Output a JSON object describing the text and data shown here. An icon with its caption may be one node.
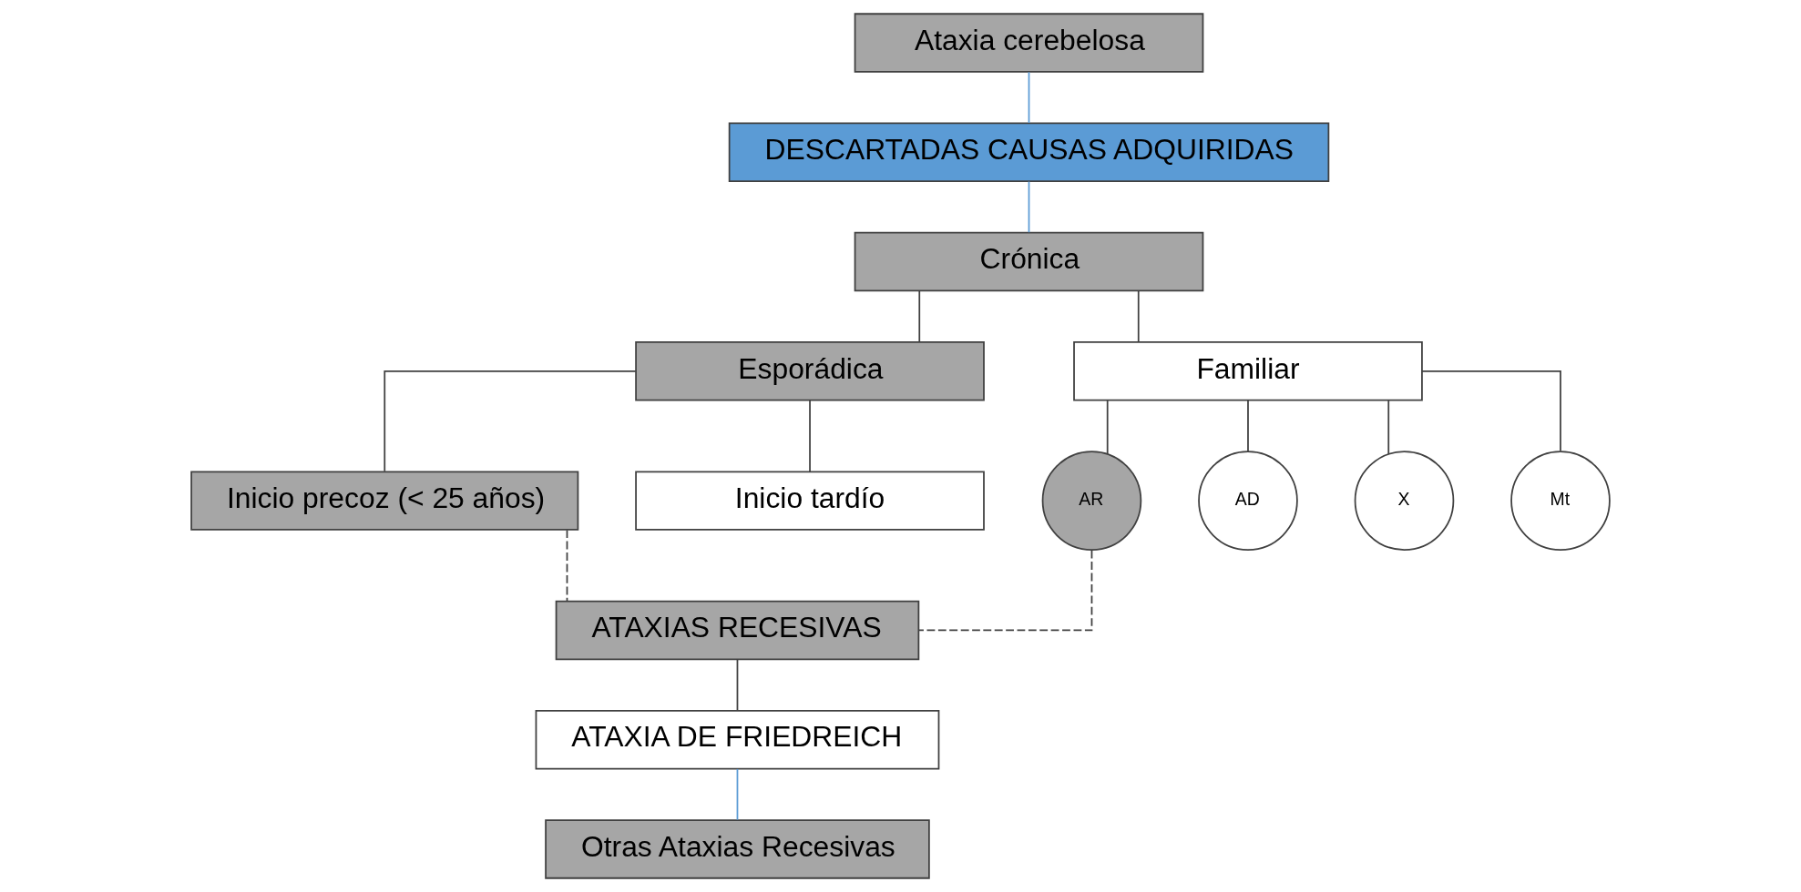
{
  "diagram": {
    "nodes": [
      {
        "text": [
          "Ataxia cerebelosa"
        ]
      },
      {
        "text": [
          "DESCARTADAS CAUSAS ADQUIRIDAS"
        ]
      },
      {
        "text": [
          "Crónica"
        ]
      },
      {
        "text": [
          "Esporádica"
        ]
      },
      {
        "text": [
          "Familiar"
        ]
      },
      {
        "text": [
          "Inicio precoz (< 25 años)"
        ]
      },
      {
        "text": [
          "Inicio tardío"
        ]
      },
      {
        "text": [
          "AR"
        ]
      },
      {
        "text": [
          "AD"
        ]
      },
      {
        "text": [
          "X"
        ]
      },
      {
        "text": [
          "Mt"
        ]
      },
      {
        "text": [
          "ATAXIAS RECESIVAS"
        ]
      },
      {
        "text": [
          "ATAXIA DE FRIEDREICH"
        ]
      },
      {
        "text": [
          "Otras Ataxias Recesivas"
        ]
      }
    ],
    "edges": [
      {
        "from": 0,
        "to": 1,
        "arrow": "none",
        "color": "#5b9bd5"
      },
      {
        "from": 1,
        "to": 2,
        "arrow": "none",
        "color": "#5b9bd5"
      },
      {
        "from": 2,
        "to": 3,
        "arrow": "none"
      },
      {
        "from": 2,
        "to": 4,
        "arrow": "none"
      },
      {
        "from": 3,
        "to": 5,
        "arrow": "none"
      },
      {
        "from": 3,
        "to": 6,
        "arrow": "none"
      },
      {
        "from": 4,
        "to": 7,
        "arrow": "none"
      },
      {
        "from": 4,
        "to": 8,
        "arrow": "none"
      },
      {
        "from": 4,
        "to": 9,
        "arrow": "none"
      },
      {
        "from": 4,
        "to": 10,
        "arrow": "none"
      },
      {
        "from": 5,
        "to": 11,
        "arrow": "none",
        "style": "dashed"
      },
      {
        "from": 7,
        "to": 11,
        "arrow": "none",
        "style": "dashed"
      },
      {
        "from": 11,
        "to": 12,
        "arrow": "none"
      },
      {
        "from": 12,
        "to": 13,
        "arrow": "none",
        "color": "#5b9bd5"
      }
    ]
  }
}
